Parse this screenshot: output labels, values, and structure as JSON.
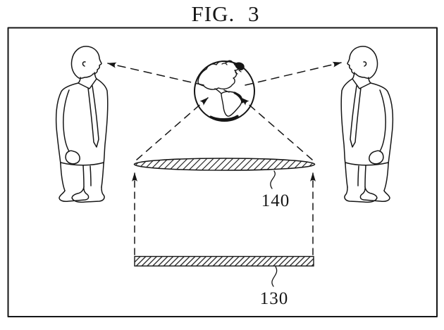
{
  "figure": {
    "title": "FIG. 3",
    "labels": {
      "lens": "140",
      "display": "130"
    }
  },
  "colors": {
    "ink": "#161616",
    "background": "#ffffff"
  }
}
